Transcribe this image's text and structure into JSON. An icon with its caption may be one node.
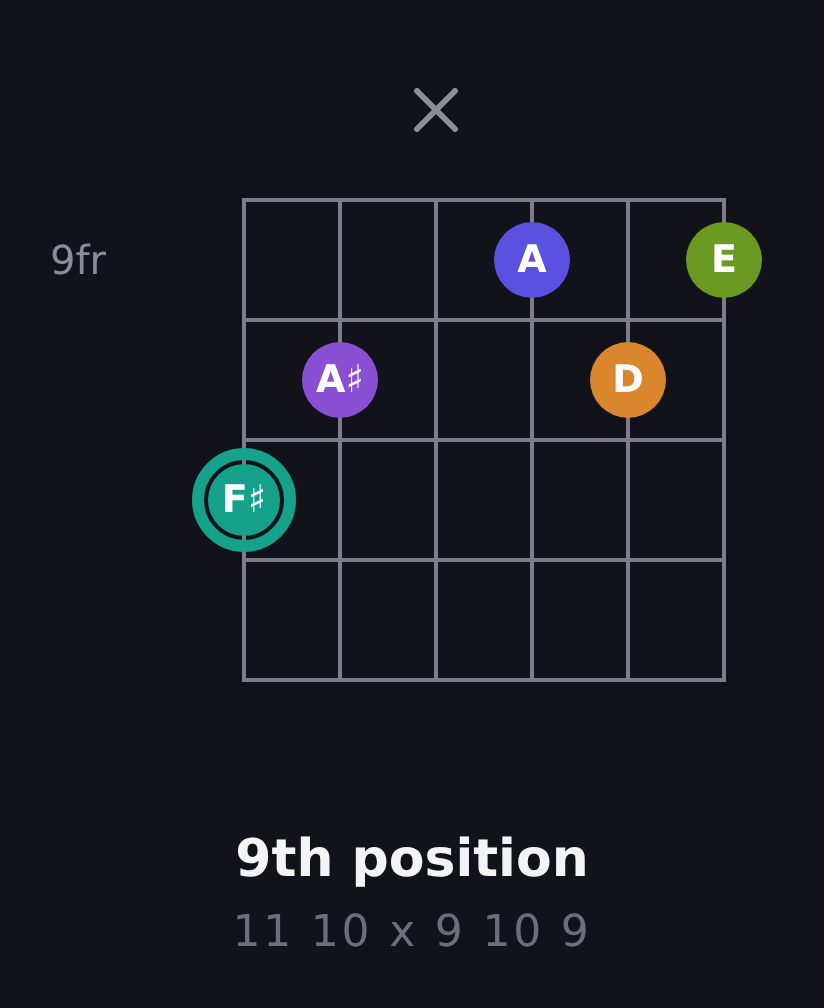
{
  "diagram": {
    "title": "9th position",
    "caption": "11 10 x 9 10 9",
    "nodes": [
      {
        "text": [
          "A"
        ]
      },
      {
        "text": [
          "E"
        ]
      },
      {
        "text": [
          "A♯"
        ]
      },
      {
        "text": [
          "D"
        ]
      },
      {
        "text": [
          "F♯"
        ]
      }
    ],
    "labels": [
      "9fr"
    ]
  }
}
